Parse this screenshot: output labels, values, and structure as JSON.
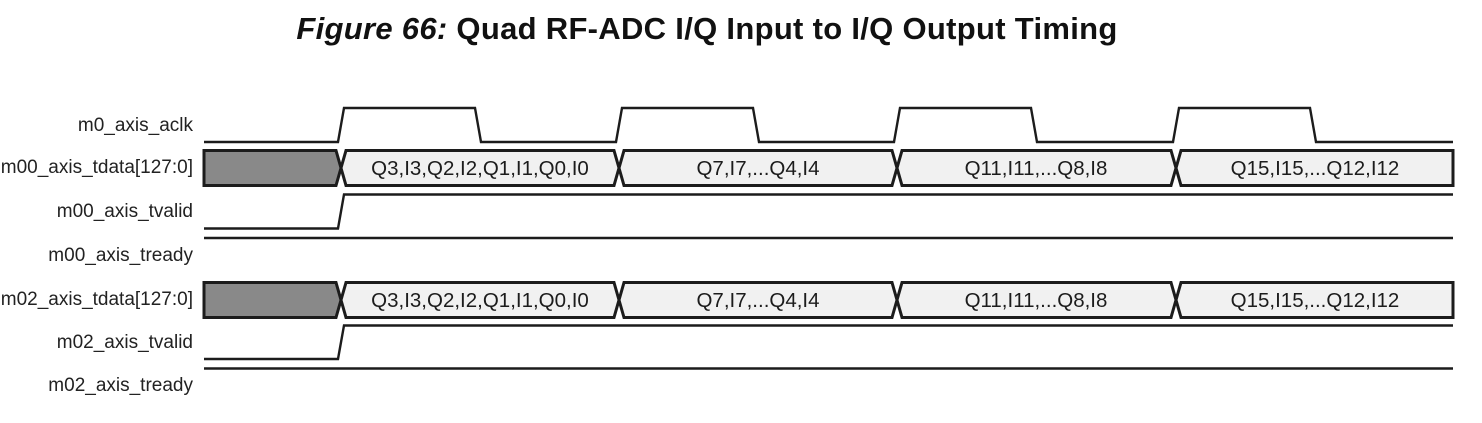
{
  "figure": {
    "label": "Figure 66:",
    "title": "Quad RF-ADC I/Q Input to I/Q Output Timing"
  },
  "colors": {
    "background": "#ffffff",
    "line": "#1c1c1c",
    "bus_invalid_fill": "#898989",
    "bus_valid_fill": "#f1f1f1",
    "title_text": "#111111",
    "label_text": "#222222"
  },
  "signals": [
    {
      "name": "m0_axis_aclk",
      "type": "clock",
      "state": "low at start, 4 pulses shown"
    },
    {
      "name": "m00_axis_tdata[127:0]",
      "type": "bus",
      "leading_invalid": true,
      "segments": [
        "Q3,I3,Q2,I2,Q1,I1,Q0,I0",
        "Q7,I7,...Q4,I4",
        "Q11,I11,...Q8,I8",
        "Q15,I15,...Q12,I12"
      ]
    },
    {
      "name": "m00_axis_tvalid",
      "type": "logic",
      "state": "low, rises at first clock rising edge, then high"
    },
    {
      "name": "m00_axis_tready",
      "type": "logic",
      "state": "high throughout"
    },
    {
      "name": "m02_axis_tdata[127:0]",
      "type": "bus",
      "leading_invalid": true,
      "segments": [
        "Q3,I3,Q2,I2,Q1,I1,Q0,I0",
        "Q7,I7,...Q4,I4",
        "Q11,I11,...Q8,I8",
        "Q15,I15,...Q12,I12"
      ]
    },
    {
      "name": "m02_axis_tvalid",
      "type": "logic",
      "state": "low, rises at first clock rising edge, then high"
    },
    {
      "name": "m02_axis_tready",
      "type": "logic",
      "state": "high throughout"
    }
  ]
}
